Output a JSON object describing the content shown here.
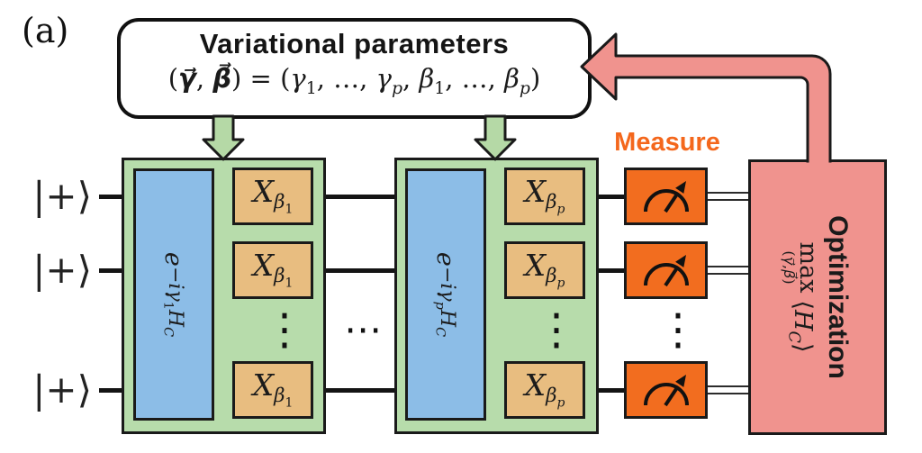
{
  "panel_label": "(a)",
  "variational_box": {
    "title": "Variational parameters",
    "formula_html": "(<b><i>γ⃗</i></b>, <b><i>β⃗</i></b>) = (<i>γ</i><sub>1</sub>, …, <i>γ</i><sub><i>p</i></sub>, <i>β</i><sub>1</sub>, …, <i>β</i><sub><i>p</i></sub>)"
  },
  "qubit_labels": [
    "|+⟩",
    "|+⟩",
    "|+⟩"
  ],
  "blocks": [
    {
      "cost_gate_html": "<i>e</i><sup>−<i>iγ</i><sub>1</sub><i>H</i><sub><i>C</i></sub></sup>",
      "mixer_gate_html": "<i>X</i><sub><i>β</i><sub>1</sub></sub>"
    },
    {
      "cost_gate_html": "<i>e</i><sup>−<i>iγ</i><sub><i>p</i></sub><i>H</i><sub><i>C</i></sub></sup>",
      "mixer_gate_html": "<i>X</i><sub><i>β</i><sub><i>p</i></sub></sub>"
    }
  ],
  "dots": {
    "vertical": "⋮",
    "horizontal": "⋯"
  },
  "measure": {
    "label": "Measure"
  },
  "optimization": {
    "title": "Optimization",
    "max_label": "max",
    "max_under_html": "(<i>γ⃗</i>,<i>β⃗</i>)",
    "expectation_html": "⟨<i>H</i><sub><i>C</i></sub>⟩"
  },
  "colors": {
    "green_block": "#b7dcab",
    "green_arrow": "#b5d9a6",
    "cost_gate_blue": "#8cbde7",
    "mixer_gate_tan": "#e8bd80",
    "measure_orange": "#f26d1f",
    "measure_label_orange": "#f4671c",
    "feedback_pink": "#f0938e",
    "wire_black": "#141414"
  }
}
